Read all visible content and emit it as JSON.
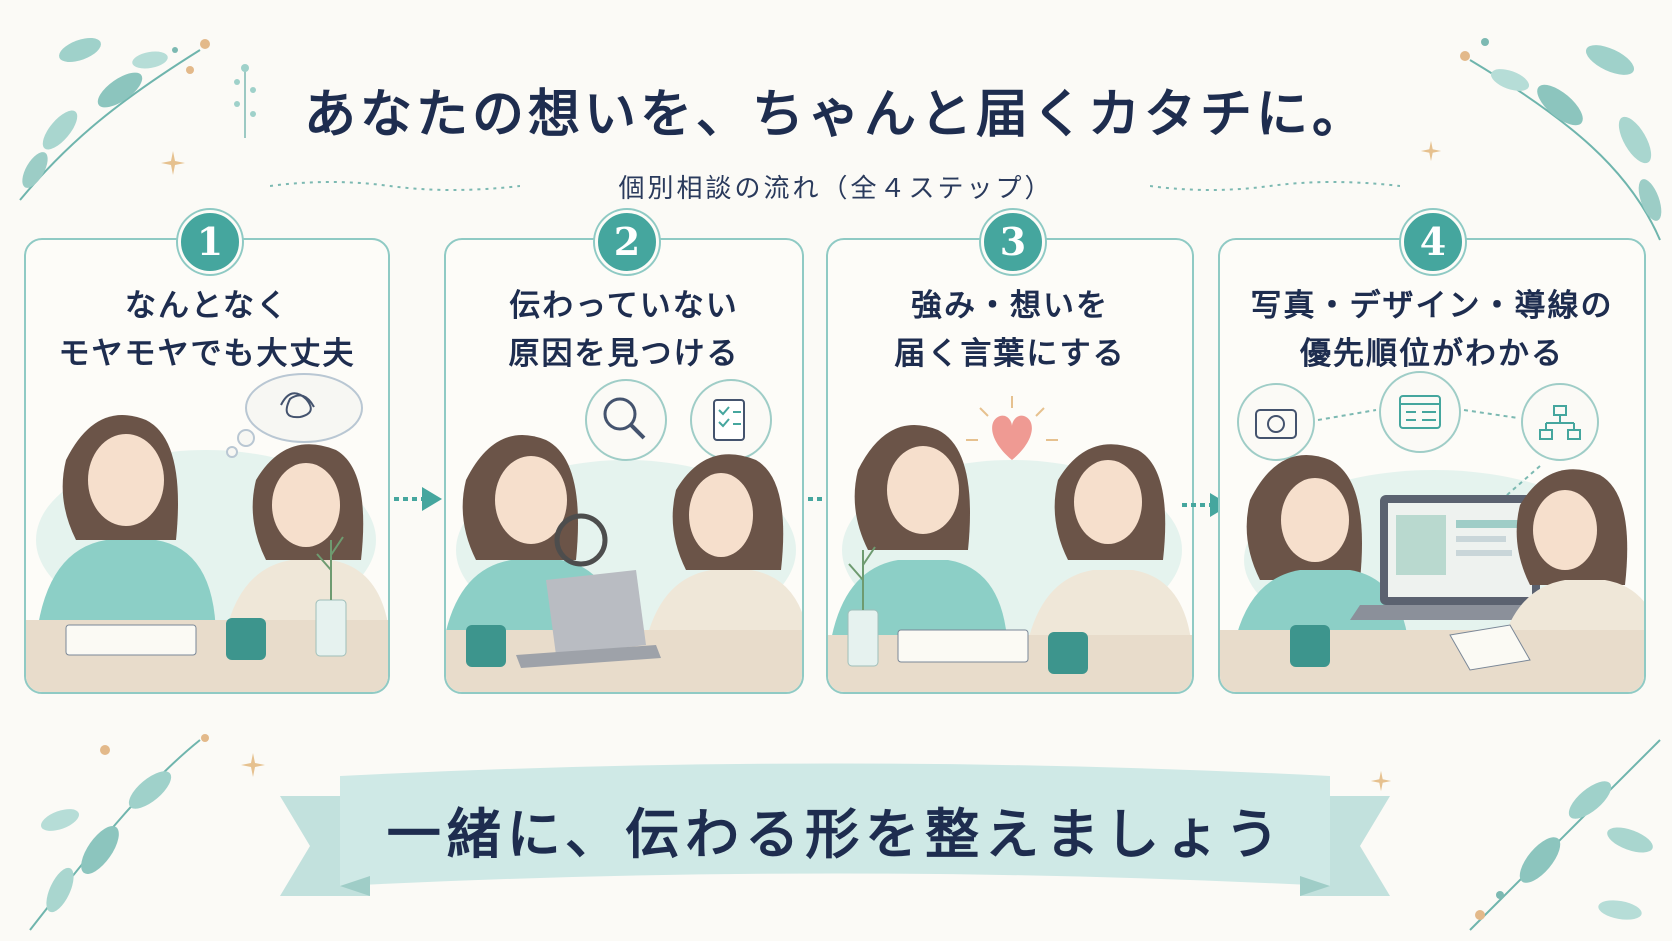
{
  "header": {
    "title": "あなたの想いを、ちゃんと届くカタチに。",
    "subtitle": "個別相談の流れ（全４ステップ）"
  },
  "steps": [
    {
      "number": "1",
      "lines": [
        "なんとなく",
        "モヤモヤでも大丈夫"
      ]
    },
    {
      "number": "2",
      "lines": [
        "伝わっていない",
        "原因を見つける"
      ]
    },
    {
      "number": "3",
      "lines": [
        "強み・想いを",
        "届く言葉にする"
      ]
    },
    {
      "number": "4",
      "lines": [
        "写真・デザイン・導線の",
        "優先順位がわかる"
      ]
    }
  ],
  "footer": {
    "ribbon_text": "一緒に、伝わる形を整えましょう"
  },
  "colors": {
    "accent": "#45a69e",
    "border": "#8fcac4",
    "text": "#1e2d4f",
    "background": "#fbfaf6",
    "ribbon": "#cfe9e6"
  },
  "icons": [
    "leaf-icon",
    "sparkle-icon",
    "magnifier-icon",
    "checklist-icon",
    "heart-icon",
    "camera-icon",
    "webpage-icon",
    "sitemap-icon",
    "arrow-right-icon"
  ]
}
